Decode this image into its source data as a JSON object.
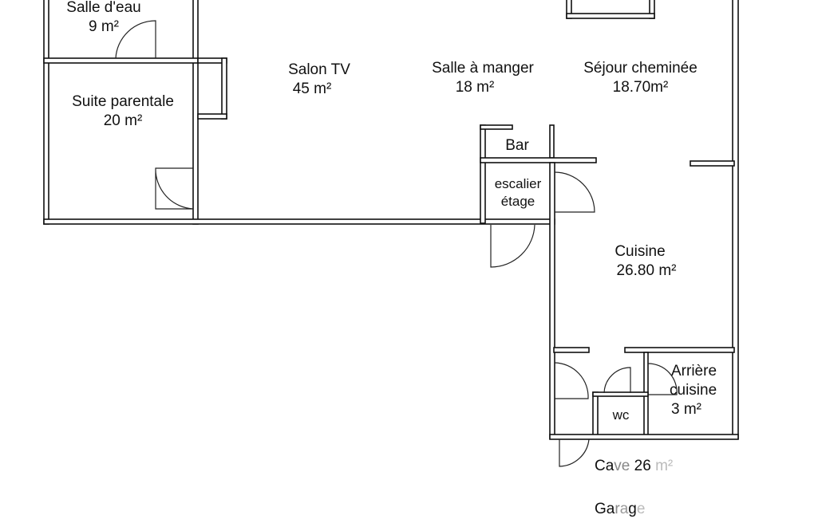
{
  "rooms": {
    "salle_eau": {
      "name": "Salle d'eau",
      "area": "9 m²"
    },
    "suite": {
      "name": "Suite parentale",
      "area": "20 m²"
    },
    "salon": {
      "name": "Salon TV",
      "area": "45 m²"
    },
    "salle_manger": {
      "name": "Salle à manger",
      "area": "18 m²"
    },
    "sejour": {
      "name": "Séjour cheminée",
      "area": "18.70m²"
    },
    "bar": {
      "name": "Bar"
    },
    "escalier": {
      "name": "escalier",
      "name2": "étage"
    },
    "cuisine": {
      "name": "Cuisine",
      "area": "26.80 m²"
    },
    "arriere": {
      "name": "Arrière",
      "name2": "cuisine",
      "area": "3 m²"
    },
    "wc": {
      "name": "wc"
    },
    "cave": {
      "name_a": "Ca",
      "name_b": "ve",
      "name_c": " 26 ",
      "name_d": "m²"
    },
    "garage": {
      "name_a": "Ga",
      "name_b": "r",
      "name_c": "a",
      "name_d": "g",
      "name_e": "e"
    }
  }
}
